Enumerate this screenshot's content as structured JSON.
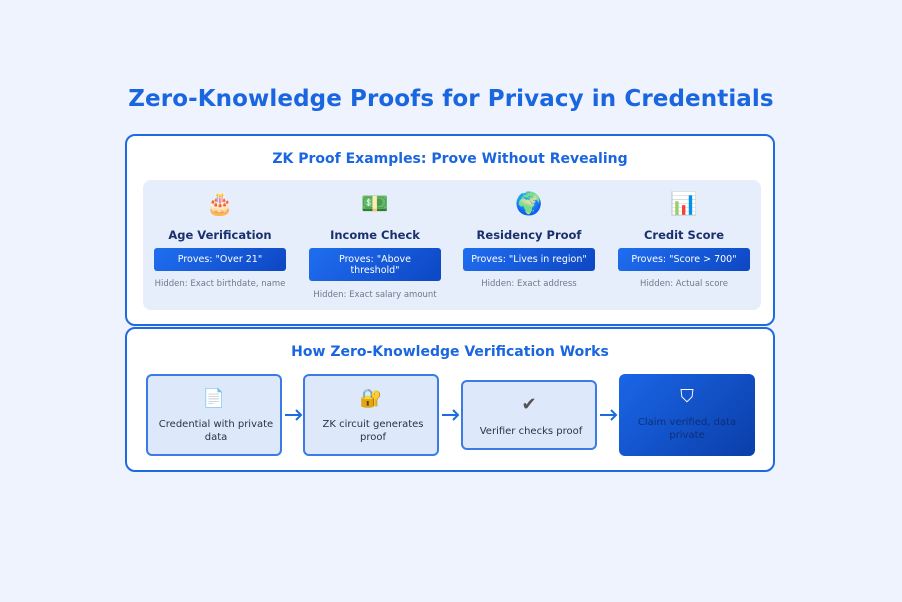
{
  "title": "Zero-Knowledge Proofs for Privacy in Credentials",
  "examples": {
    "heading": "ZK Proof Examples: Prove Without Revealing",
    "cards": [
      {
        "icon": "🎂",
        "icon_name": "birthday-cake-icon",
        "title": "Age Verification",
        "proves": "Proves: \"Over 21\"",
        "hidden": "Hidden: Exact birthdate, name"
      },
      {
        "icon": "💵",
        "icon_name": "money-bill-icon",
        "title": "Income Check",
        "proves": "Proves: \"Above threshold\"",
        "hidden": "Hidden: Exact salary amount"
      },
      {
        "icon": "🌍",
        "icon_name": "globe-icon",
        "title": "Residency Proof",
        "proves": "Proves: \"Lives in region\"",
        "hidden": "Hidden: Exact address"
      },
      {
        "icon": "📊",
        "icon_name": "bar-chart-icon",
        "title": "Credit Score",
        "proves": "Proves: \"Score > 700\"",
        "hidden": "Hidden: Actual score"
      }
    ]
  },
  "workflow": {
    "heading": "How Zero-Knowledge Verification Works",
    "steps": [
      {
        "icon": "📄",
        "icon_name": "document-icon",
        "text": "Credential with private data"
      },
      {
        "icon": "🔐",
        "icon_name": "lock-key-icon",
        "text": "ZK circuit generates proof"
      },
      {
        "icon": "✔",
        "icon_name": "check-icon",
        "text": "Verifier checks proof"
      },
      {
        "icon": "⛉",
        "icon_name": "shield-icon",
        "text": "Claim verified, data private"
      }
    ]
  },
  "colors": {
    "accent": "#1a66e0",
    "panel_border": "#1e6be0",
    "background": "#eef3fd"
  }
}
